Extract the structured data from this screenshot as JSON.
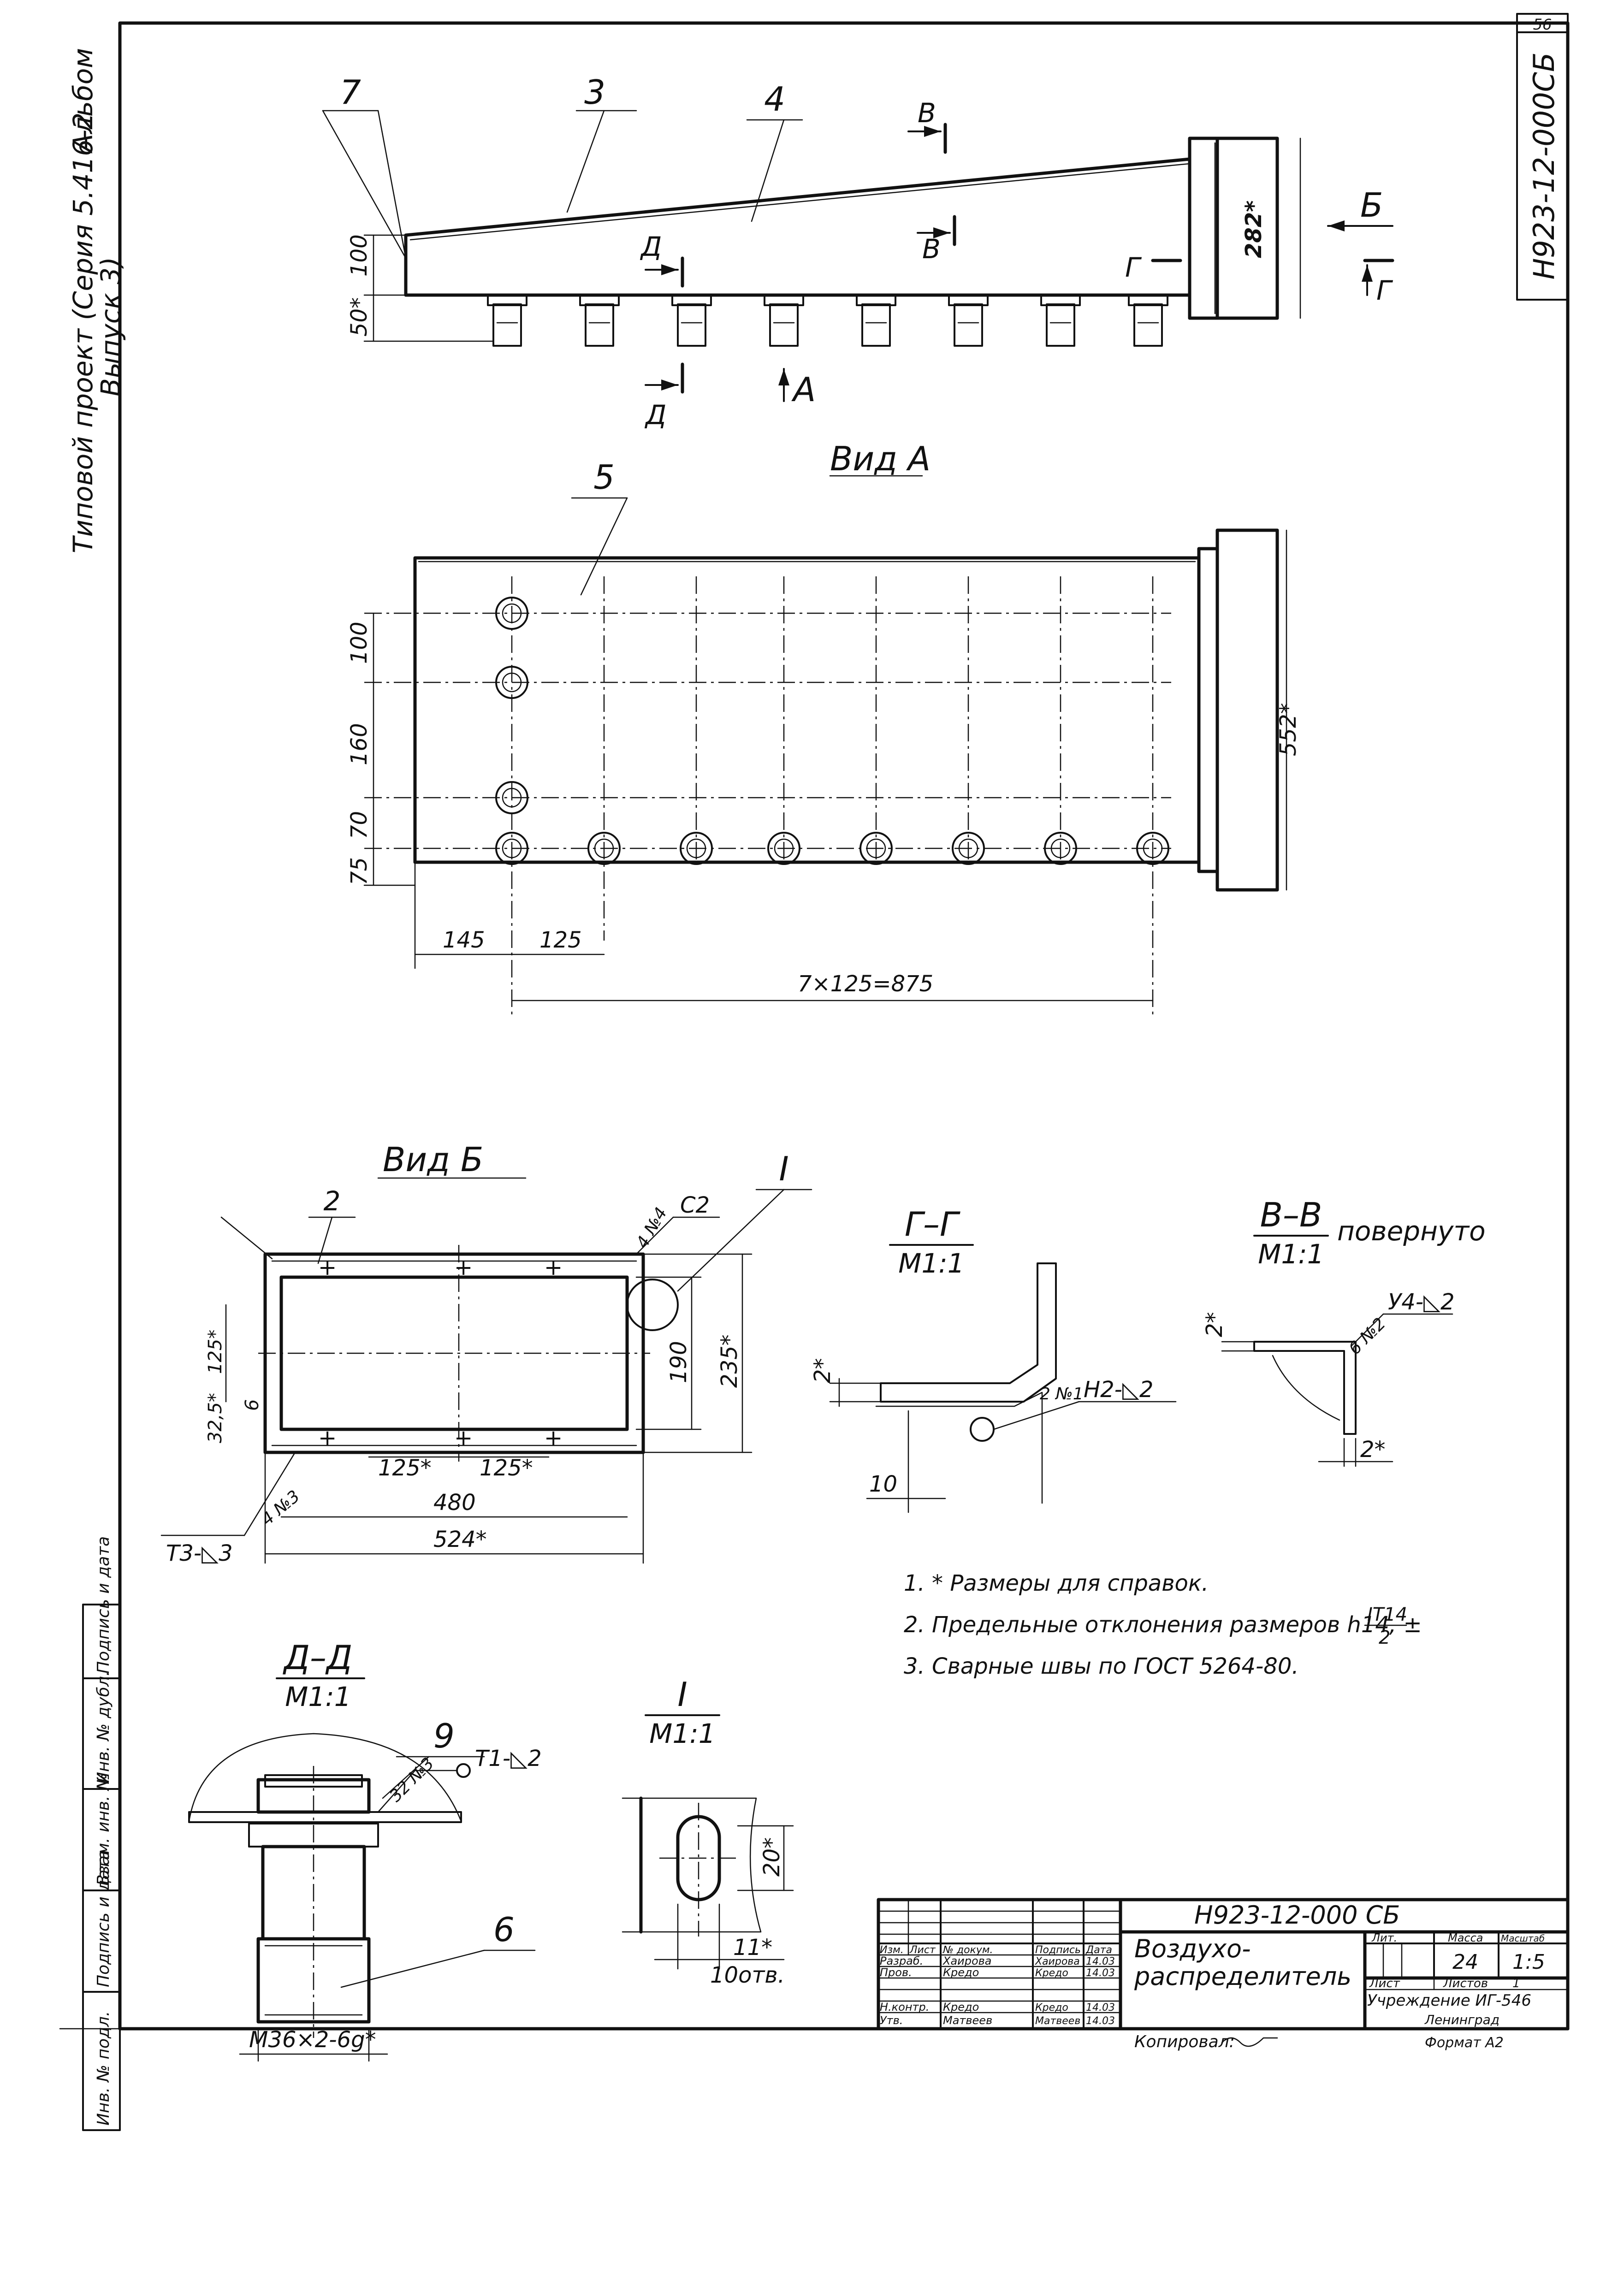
{
  "sheet_number": "56",
  "doc_code_corner": "Н923-12-000СБ",
  "side_note": {
    "line1": "Типовой проект (Серия 5.416-2",
    "line2": "Выпуск 3)",
    "album": "Альбом"
  },
  "main_view": {
    "callouts": [
      "7",
      "3",
      "4"
    ],
    "sections": {
      "b_up": "В",
      "b_down": "В",
      "d_up": "Д",
      "d_down": "Д",
      "g": "Г",
      "g2": "Г",
      "view_b": "Б"
    },
    "arrow_a": "А",
    "dims": {
      "d100": "100",
      "d50": "50*",
      "d282": "282*"
    }
  },
  "view_a": {
    "title": "Вид А",
    "callout": "5",
    "dims": {
      "d100": "100",
      "d160": "160",
      "d70": "70",
      "d75": "75",
      "d145": "145",
      "d125": "125",
      "d875": "7×125=875",
      "d552": "552*"
    }
  },
  "view_b": {
    "title": "Вид Б",
    "callouts": {
      "c2": "2",
      "c1": "I"
    },
    "welds": {
      "w1": "4 №4",
      "w2": "С2",
      "w3": "4 №3",
      "w4": "Т3-◺3"
    },
    "dims": {
      "d125v": "125*",
      "d32": "32,5*",
      "d125a": "125*",
      "d125b": "125*",
      "d480": "480",
      "d524": "524*",
      "d190": "190",
      "d235": "235*",
      "d6": "6"
    }
  },
  "section_gg": {
    "title": "Г–Г",
    "scale": "М1:1",
    "dims": {
      "d2": "2*",
      "d10": "10"
    },
    "weld": {
      "num": "2 №1",
      "code": "Н2-◺2"
    }
  },
  "section_vv": {
    "title": "В–В",
    "scale": "М1:1",
    "rotated": "повернуто",
    "weld": {
      "num": "6 №2",
      "code": "У4-◺2"
    },
    "dims": {
      "d2a": "2*",
      "d2b": "2*"
    }
  },
  "notes": [
    "1. * Размеры для справок.",
    "2. Предельные отклонения размеров h14, ±",
    "3. Сварные швы по ГОСТ 5264-80."
  ],
  "tol_fraction": {
    "num": "IT14",
    "den": "2"
  },
  "section_dd": {
    "title": "Д–Д",
    "scale": "М1:1",
    "callouts": {
      "c9": "9",
      "c6": "6"
    },
    "weld": {
      "num": "32 №3",
      "code": "Т1-◺2"
    },
    "thread": "М36×2-6g*"
  },
  "detail_i": {
    "title": "I",
    "scale": "М1:1",
    "dims": {
      "d20": "20*",
      "d11": "11*",
      "holes": "10отв."
    }
  },
  "title_block": {
    "doc_code": "Н923-12-000 СБ",
    "name_line1": "Воздухо-",
    "name_line2": "распределитель",
    "col_izm": "Изм.",
    "col_list": "Лист",
    "col_doc": "№ докум.",
    "col_sign": "Подпись",
    "col_date": "Дата",
    "rows": [
      {
        "role": "Разраб.",
        "name": "Хаирова",
        "sign": "Хаирова",
        "date": "14.03"
      },
      {
        "role": "Пров.",
        "name": "Кредо",
        "sign": "Кредо",
        "date": "14.03"
      },
      {
        "role": "Н.контр.",
        "name": "Кредо",
        "sign": "Кредо",
        "date": "14.03"
      },
      {
        "role": "Утв.",
        "name": "Матвеев",
        "sign": "Матвеев",
        "date": "14.03"
      }
    ],
    "lit_label": "Лит.",
    "mass_label": "Масса",
    "scale_label": "Масштаб",
    "mass": "24",
    "scale": "1:5",
    "sheet_label": "Лист",
    "sheets_label": "Листов",
    "sheets": "1",
    "org_line1": "Учреждение ИГ-546",
    "org_line2": "Ленинград",
    "copied": "Копировал:",
    "format": "Формат А2"
  },
  "left_strip": [
    "Инв. № подл.",
    "Подпись и дата",
    "Взам. инв. №",
    "Инв. № дубл.",
    "Подпись и дата"
  ]
}
